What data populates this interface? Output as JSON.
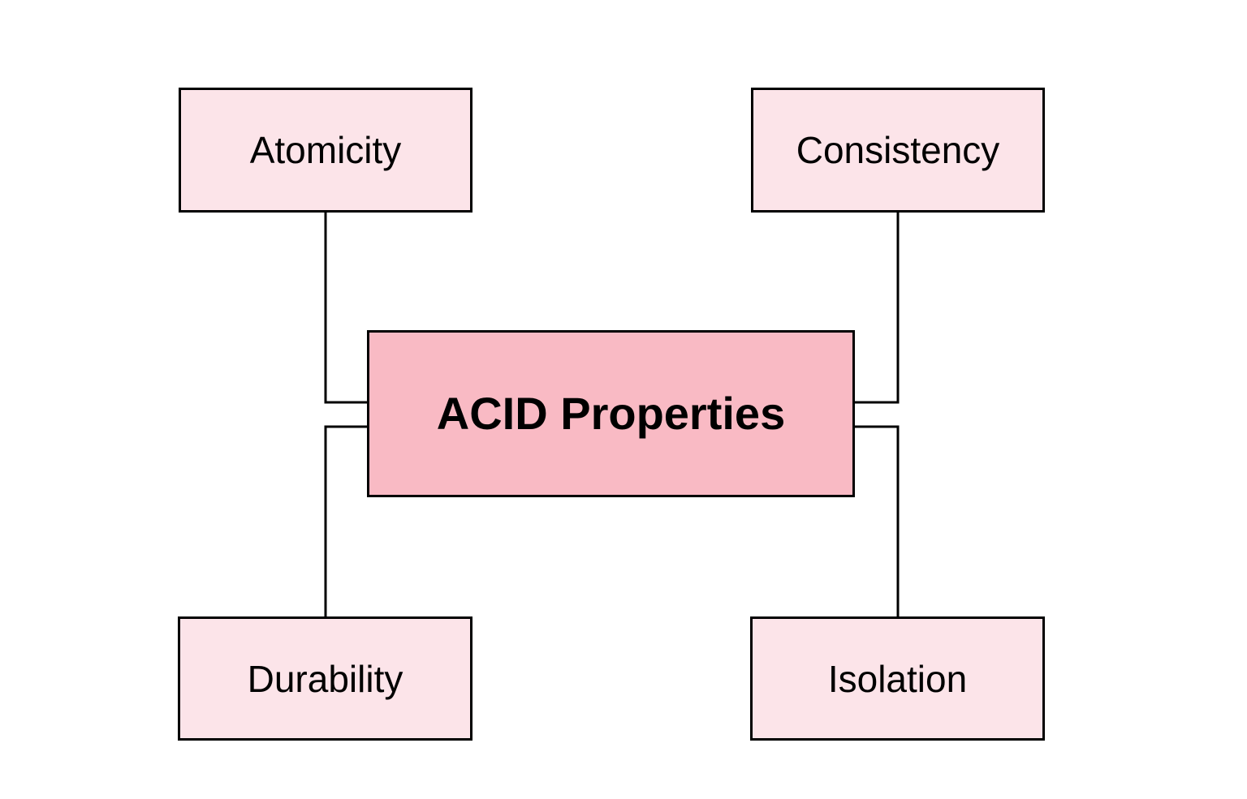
{
  "diagram": {
    "type": "concept-diagram",
    "center": {
      "id": "acid-properties",
      "label": "ACID Properties"
    },
    "nodes": [
      {
        "id": "atomicity",
        "label": "Atomicity",
        "position": "top-left"
      },
      {
        "id": "consistency",
        "label": "Consistency",
        "position": "top-right"
      },
      {
        "id": "durability",
        "label": "Durability",
        "position": "bottom-left"
      },
      {
        "id": "isolation",
        "label": "Isolation",
        "position": "bottom-right"
      }
    ],
    "edges": [
      {
        "from": "atomicity",
        "to": "acid-properties",
        "style": "elbow"
      },
      {
        "from": "consistency",
        "to": "acid-properties",
        "style": "elbow"
      },
      {
        "from": "acid-properties",
        "to": "durability",
        "style": "elbow"
      },
      {
        "from": "acid-properties",
        "to": "isolation",
        "style": "elbow"
      }
    ],
    "colors": {
      "center_fill": "#F9BAC4",
      "child_fill": "#FCE4E9",
      "border": "#000000",
      "line": "#000000",
      "text": "#000000",
      "background": "#FFFFFF"
    }
  }
}
